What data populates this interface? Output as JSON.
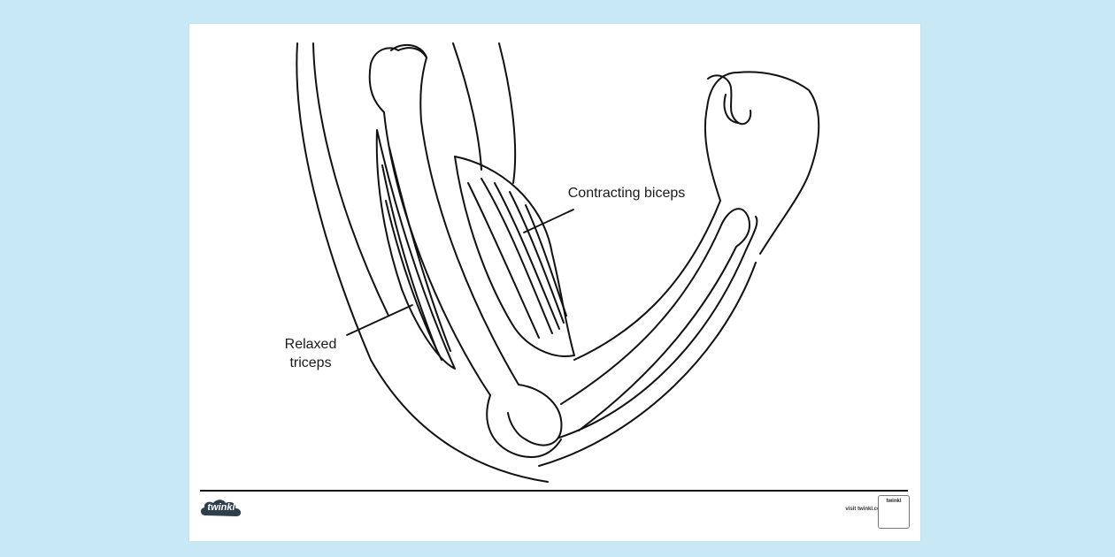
{
  "labels": {
    "biceps": "Contracting biceps",
    "triceps": "Relaxed triceps"
  },
  "footer": {
    "logo": "twinkl",
    "site": "visit twinkl.com",
    "badge": "twinkl"
  },
  "colors": {
    "background": "#c9e8f6",
    "sheet": "#ffffff",
    "ink": "#111111",
    "logo": "#2d3e4c"
  }
}
